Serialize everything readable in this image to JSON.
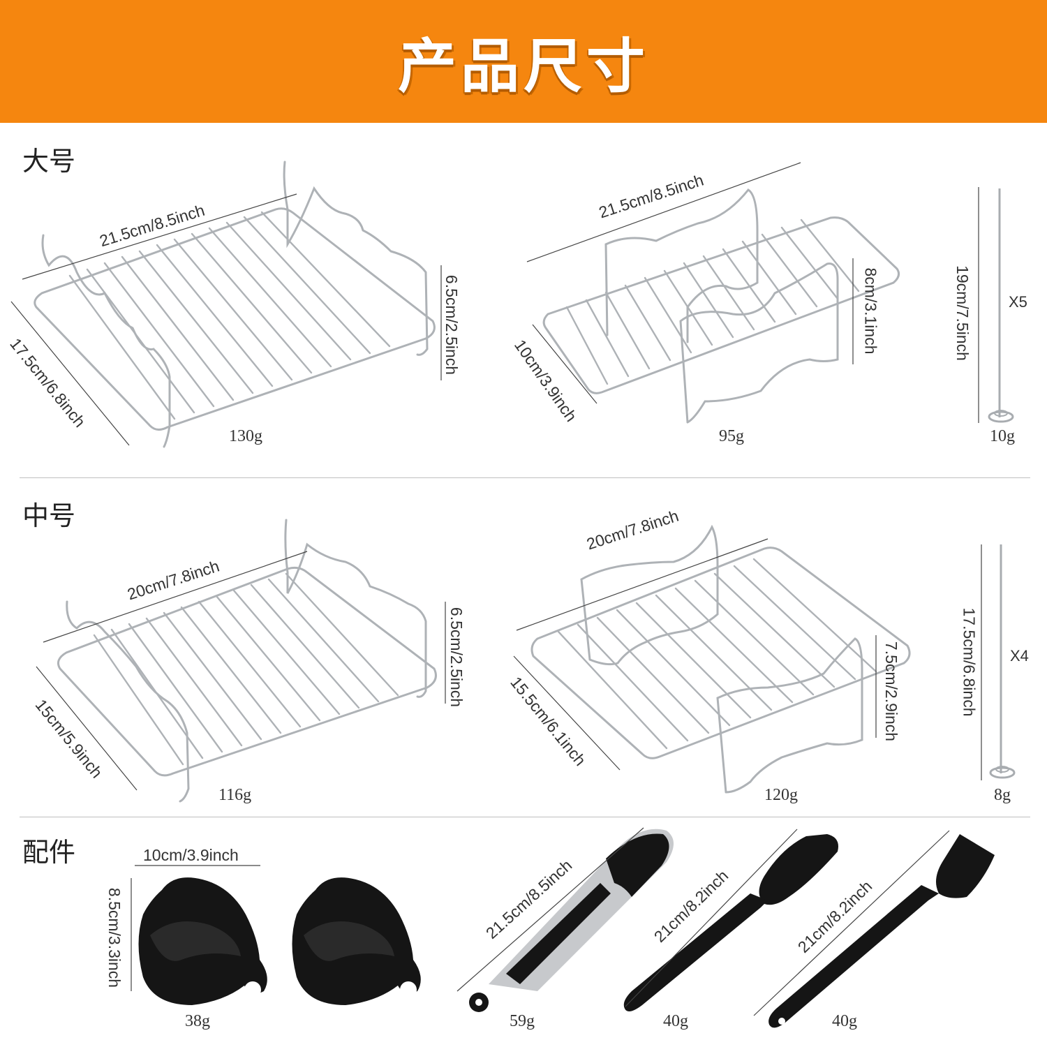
{
  "header": {
    "title": "产品尺寸"
  },
  "sections": {
    "large": {
      "label": "大号"
    },
    "medium": {
      "label": "中号"
    },
    "accessories": {
      "label": "配件"
    }
  },
  "large": {
    "rack1": {
      "length": "21.5cm/8.5inch",
      "width": "17.5cm/6.8inch",
      "height": "6.5cm/2.5inch",
      "weight": "130g"
    },
    "rack2": {
      "length": "21.5cm/8.5inch",
      "width": "10cm/3.9inch",
      "height": "8cm/3.1inch",
      "weight": "95g"
    },
    "skewer": {
      "length": "19cm/7.5inch",
      "qty": "X5",
      "weight": "10g"
    }
  },
  "medium": {
    "rack1": {
      "length": "20cm/7.8inch",
      "width": "15cm/5.9inch",
      "height": "6.5cm/2.5inch",
      "weight": "116g"
    },
    "rack2": {
      "length": "20cm/7.8inch",
      "width": "15.5cm/6.1inch",
      "height": "7.5cm/2.9inch",
      "weight": "120g"
    },
    "skewer": {
      "length": "17.5cm/6.8inch",
      "qty": "X4",
      "weight": "8g"
    }
  },
  "accessories": {
    "mitt": {
      "width": "10cm/3.9inch",
      "height": "8.5cm/3.3inch",
      "weight": "38g"
    },
    "tongs": {
      "length": "21.5cm/8.5inch",
      "weight": "59g"
    },
    "spatula": {
      "length": "21cm/8.2inch",
      "weight": "40g"
    },
    "brush": {
      "length": "21cm/8.2inch",
      "weight": "40g"
    }
  },
  "colors": {
    "banner": "#f5860f",
    "metal": "#b9bcc0",
    "silicone": "#151515"
  }
}
